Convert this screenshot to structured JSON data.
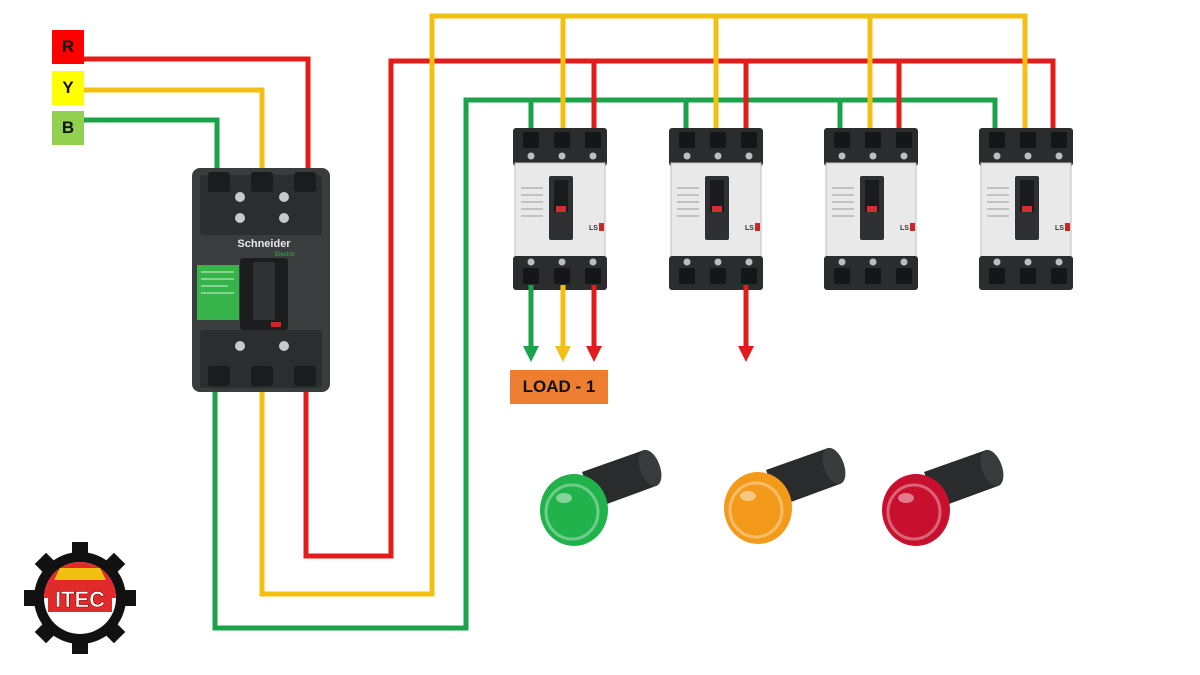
{
  "phases": [
    {
      "label": "R",
      "color": "#ff0000"
    },
    {
      "label": "Y",
      "color": "#ffff00"
    },
    {
      "label": "B",
      "color": "#92d050"
    }
  ],
  "wire_colors": {
    "red": "#e31b1b",
    "yellow": "#f2c010",
    "green": "#1aa34a"
  },
  "main_breaker": {
    "brand": "Schneider",
    "sub_brand": "Electric"
  },
  "branch_breakers": [
    {
      "brand": "LS"
    },
    {
      "brand": "LS"
    },
    {
      "brand": "LS"
    },
    {
      "brand": "LS"
    }
  ],
  "load": {
    "label": "LOAD - 1",
    "color": "#ed7d31"
  },
  "indicator_lamps": [
    {
      "color": "green-lamp",
      "hex": "#22b24c"
    },
    {
      "color": "orange-lamp",
      "hex": "#f39a1a"
    },
    {
      "color": "red-lamp",
      "hex": "#c8102e"
    }
  ],
  "logo": {
    "text": "ITEC"
  }
}
